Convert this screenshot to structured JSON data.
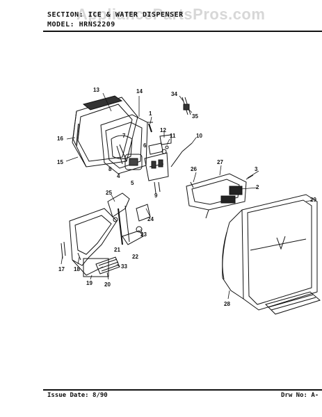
{
  "header": {
    "section_label": "SECTION:",
    "section_value": "ICE & WATER DISPENSER",
    "model_label": "MODEL:",
    "model_value": "HRNS2209"
  },
  "watermark": "AppliancePartsPros.com",
  "footer": {
    "issue_label": "Issue Date:",
    "issue_value": "8/90",
    "drawing_label": "Drw No:",
    "drawing_value": "A-"
  },
  "callouts": [
    "13",
    "14",
    "34",
    "35",
    "1",
    "12",
    "11",
    "10",
    "16",
    "7",
    "6",
    "15",
    "8",
    "4",
    "5",
    "3",
    "9",
    "26",
    "27",
    "2",
    "25",
    "29",
    "24",
    "23",
    "21",
    "22",
    "17",
    "18",
    "33",
    "19",
    "20",
    "28"
  ],
  "colors": {
    "ink": "#111111",
    "watermark": "#8c8c8c"
  }
}
